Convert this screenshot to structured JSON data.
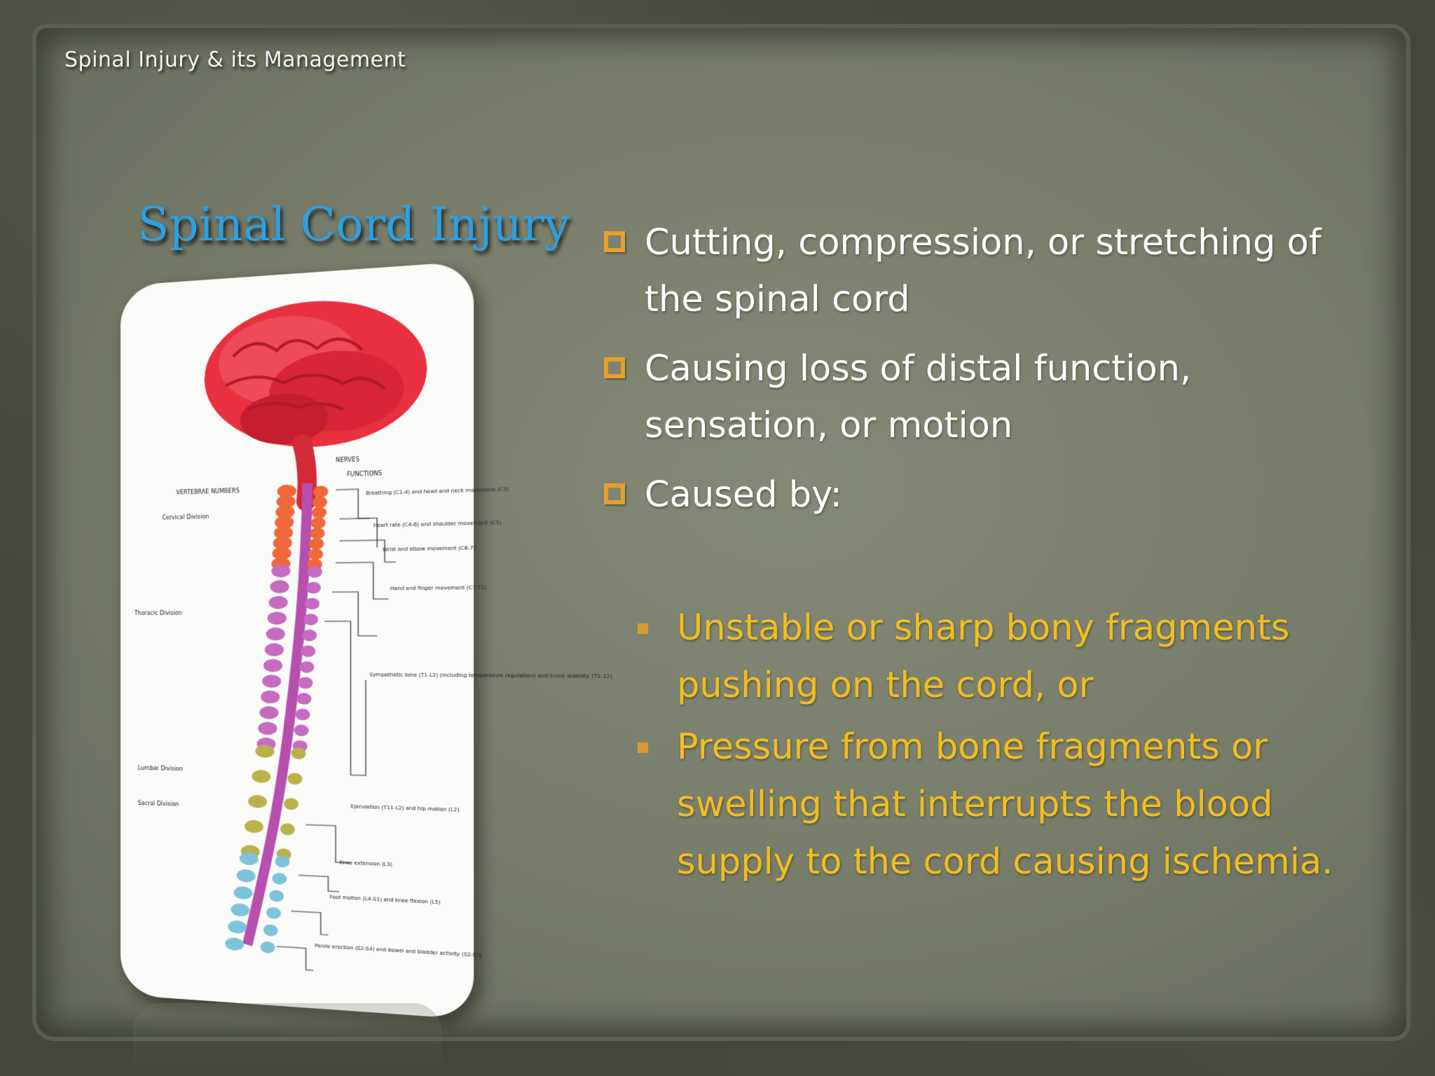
{
  "header": {
    "title": "Spinal Injury & its Management"
  },
  "slide": {
    "title": "Spinal Cord Injury",
    "bullets": [
      {
        "text": "Cutting, compression, or stretching of  the spinal cord"
      },
      {
        "text": "Causing loss of distal function, sensation, or motion"
      },
      {
        "text": "Caused by:"
      }
    ],
    "sub_bullets": [
      {
        "text": "Unstable or sharp bony fragments pushing on the cord, or"
      },
      {
        "text": "Pressure from bone fragments or swelling that interrupts the blood supply to the cord causing ischemia."
      }
    ]
  },
  "figure": {
    "labels": {
      "nerves": "NERVES",
      "functions": "FUNCTIONS",
      "vertebral_numbers": "VERTEBRAE NUMBERS",
      "cervical": "Cervical Division",
      "thoracic": "Thoracic Division",
      "lumbar": "Lumbar Division",
      "sacral": "Sacral Division",
      "f_breathing": "Breathing (C1-4) and head and neck movement (C3)",
      "f_heart": "Heart rate (C4-6) and shoulder movement (C5)",
      "f_wrist": "Wrist and elbow movement (C6-7)",
      "f_hand": "Hand and finger movement (C7-T1)",
      "f_sympathetic": "Sympathetic tone (T1-L2) (including temperature regulation) and trunk stability (T2-12)",
      "f_ejaculation": "Ejaculation (T11-L2) and hip motion (L2)",
      "f_knee": "Knee extension (L3)",
      "f_foot": "Foot motion (L4-S1) and knee flexion (L5)",
      "f_penile": "Penile erection (S2-S4) and bowel and bladder activity (S2-S3)"
    },
    "colors": {
      "brain": "#e8303f",
      "cervical": "#f0683a",
      "thoracic": "#c56bc0",
      "lumbar": "#b9b24a",
      "sacral": "#7ec3d9"
    }
  }
}
